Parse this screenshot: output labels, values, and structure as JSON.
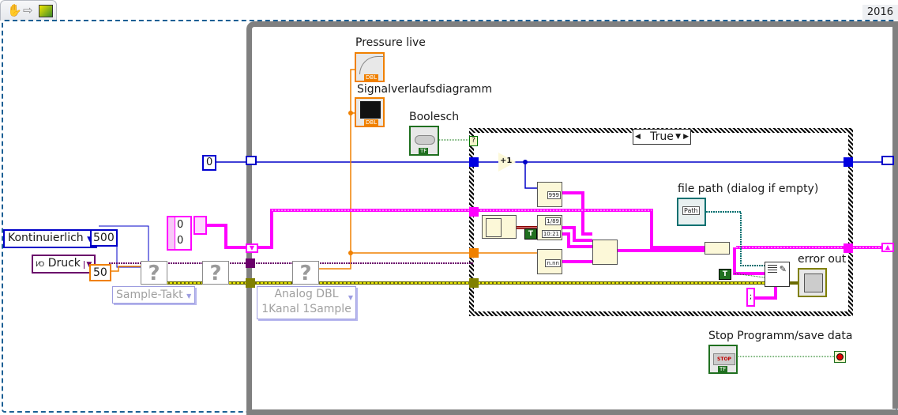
{
  "toolbar": {
    "icons": [
      "hand-icon",
      "arrow-right-icon",
      "vi-icon"
    ],
    "hand_glyph": "✋",
    "arrow_glyph": "⇨"
  },
  "version_tab": "2016",
  "controls": {
    "iteration_init": "0",
    "sample_mode": "Kontinuierlich",
    "rate": "500",
    "channel": "Druck",
    "channel_prefix": "I/O",
    "samples": "50",
    "array_values": [
      "0",
      "0"
    ],
    "sample_timing_ring": "Sample-Takt",
    "analog_read_ring_line1": "Analog DBL",
    "analog_read_ring_line2": "1Kanal 1Sample",
    "missing_vi_glyph": "?"
  },
  "indicators": {
    "pressure_live": "Pressure live",
    "waveform_chart": "Signalverlaufsdiagramm",
    "boolean": "Boolesch",
    "file_path": "file path (dialog if empty)",
    "error_out": "error out",
    "stop": "Stop Programm/save data",
    "dbl_tag": "DBL",
    "tf_tag": "TF",
    "stop_button_text": "STOP",
    "path_text": "Path"
  },
  "case_structure": {
    "selector_value": "True",
    "increment_label": "+1",
    "format_number_display": "999",
    "date_display": "1/89",
    "time_display": "10:21",
    "float_display": "n.nn",
    "true_constant": "T",
    "delimiter_constant": ";"
  }
}
